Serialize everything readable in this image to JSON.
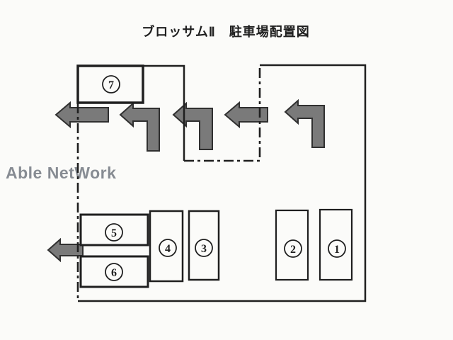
{
  "title": "ブロッサムⅡ　駐車場配置図",
  "watermark": "Able NetWork",
  "diagram": {
    "kind": "parking-lot-layout",
    "spots": [
      {
        "number": "1"
      },
      {
        "number": "2"
      },
      {
        "number": "3"
      },
      {
        "number": "4"
      },
      {
        "number": "5"
      },
      {
        "number": "6"
      },
      {
        "number": "7"
      }
    ],
    "arrows": [
      {
        "name": "exit-arrow-top-left",
        "direction": "left"
      },
      {
        "name": "turn-arrow-inner-left",
        "direction": "up-then-left"
      },
      {
        "name": "turn-arrow-inner-right",
        "direction": "up-then-left"
      },
      {
        "name": "straight-arrow-middle",
        "direction": "left"
      },
      {
        "name": "turn-arrow-right-block",
        "direction": "up-then-left"
      },
      {
        "name": "exit-arrow-bottom-left",
        "direction": "left"
      }
    ]
  },
  "colors": {
    "ink": "#1f1f1f",
    "paper": "#fbfbf9",
    "arrow-fill": "#7a7a7a",
    "arrow-edge": "#303030",
    "watermark": "#878c93"
  }
}
